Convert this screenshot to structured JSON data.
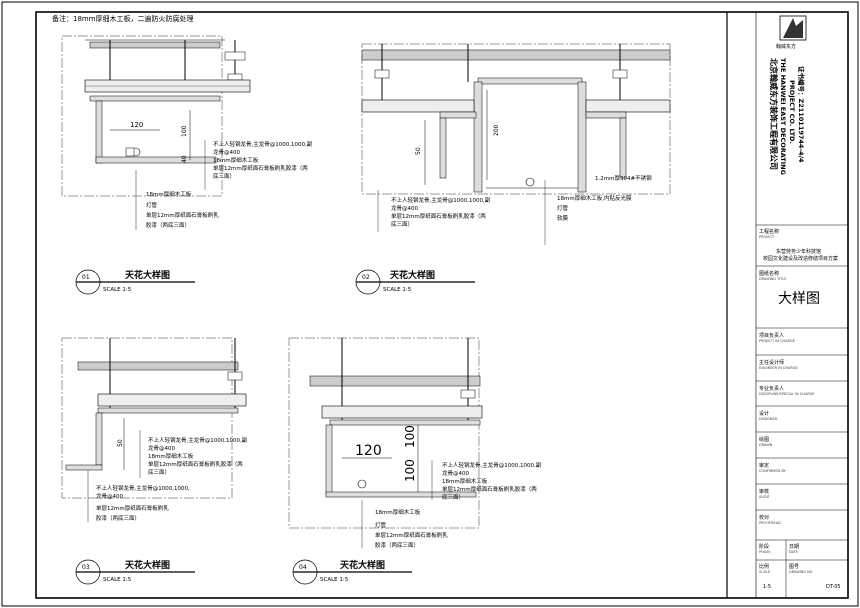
{
  "note": "备注：18mm厚细木工板，二遍防火防腐处理",
  "company": {
    "name_cn": "北京翰威东方装饰工程有限公司",
    "name_en": "THE HANWEI EAST DECORATING",
    "name_en2": "PROJECT CO. LTD.",
    "cert": "证书编号：Z2110119744-4/4",
    "logo_text": "翰威东方"
  },
  "title_block": {
    "project_name_label": "工程名称",
    "project_name_en": "PROJECT",
    "project_line1": "东营劳务少年科技馆",
    "project_line2": "校园文化建设及改造修缮项目方案",
    "drawing_title_label": "图纸名称",
    "drawing_title_en": "DRAWING TITLE",
    "drawing_title": "大样图",
    "rows": [
      {
        "cn": "项目负责人",
        "en": "PROJECT IN CHARGE"
      },
      {
        "cn": "主任设计师",
        "en": "ENGINEER IN CHARGE"
      },
      {
        "cn": "专业负责人",
        "en": "DISCIPLINE/SPECIAL IN CHARGE"
      },
      {
        "cn": "设计",
        "en": "DESIGNED"
      },
      {
        "cn": "绘图",
        "en": "DRAWN"
      },
      {
        "cn": "审定",
        "en": "CONFIRMED BY"
      },
      {
        "cn": "审核",
        "en": "AUDIT"
      },
      {
        "cn": "校对",
        "en": "PROOFREAD"
      }
    ],
    "stage_label": "阶段",
    "stage_en": "PHASE",
    "date_label": "日期",
    "date_en": "DATE",
    "scale_label": "比例",
    "scale_en": "SCALE",
    "scale_value": "1:5",
    "drawing_no_label": "图号",
    "drawing_no_en": "DRAWING NO",
    "drawing_no": "DT-05"
  },
  "details": [
    {
      "num": "01",
      "title": "天花大样图",
      "scale": "SCALE 1:5",
      "dims": [
        "120",
        "100",
        "40"
      ],
      "labels_a": [
        "不上人轻钢龙骨,主龙骨@1000,1000,副",
        "龙骨@400",
        "18mm厚细木工板",
        "单层12mm厚纸面石膏板刷乳胶漆（两",
        "底三面）"
      ],
      "labels_b": [
        "18mm厚细木工板",
        "灯管",
        "单层12mm厚纸面石膏板刷乳",
        "胶漆（两底三面）"
      ]
    },
    {
      "num": "02",
      "title": "天花大样图",
      "scale": "SCALE 1:5",
      "dims": [
        "200",
        "50"
      ],
      "labels_a": [
        "1.2mm厚304#不锈钢",
        "18mm厚细木工板,内贴反光膜",
        "灯管",
        "软膜"
      ],
      "labels_b": [
        "不上人轻钢龙骨,主龙骨@1000,1000,副",
        "龙骨@400",
        "单层12mm厚纸面石膏板刷乳胶漆（两",
        "底三面）"
      ]
    },
    {
      "num": "03",
      "title": "天花大样图",
      "scale": "SCALE 1:5",
      "dims": [
        "50"
      ],
      "labels_a": [
        "不上人轻钢龙骨,主龙骨@1000,1000,副",
        "龙骨@400",
        "18mm厚细木工板",
        "单层12mm厚纸面石膏板刷乳胶漆（两",
        "底三面）"
      ],
      "labels_b": [
        "不上人轻钢龙骨,主龙骨@1000,1000,",
        "龙骨@400",
        "单层12mm厚纸面石膏板刷乳",
        "胶漆（两底三面）"
      ]
    },
    {
      "num": "04",
      "title": "天花大样图",
      "scale": "SCALE 1:5",
      "dims": [
        "120",
        "100",
        "100"
      ],
      "labels_a": [
        "不上人轻钢龙骨,主龙骨@1000,1000,副",
        "龙骨@400",
        "18mm厚细木工板",
        "单层12mm厚纸面石膏板刷乳胶漆（两",
        "底三面）"
      ],
      "labels_b": [
        "18mm厚细木工板",
        "灯管",
        "单层12mm厚纸面石膏板刷乳",
        "胶漆（两底三面）"
      ]
    }
  ]
}
